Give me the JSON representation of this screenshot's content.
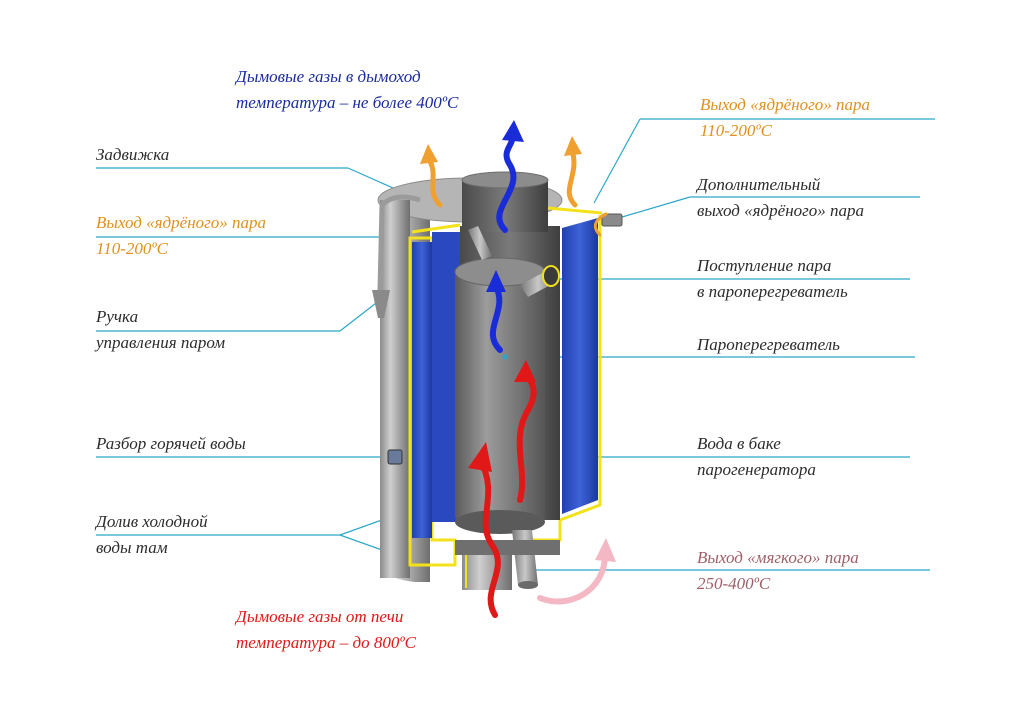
{
  "labels": {
    "flue_out": {
      "line1": "Дымовые газы в дымоход",
      "line2": "температура – не более 400ºC"
    },
    "flue_in": {
      "line1": "Дымовые газы от печи",
      "line2": "температура – до 800ºC"
    },
    "steam_right": {
      "line1": "Выход «ядрёного» пара",
      "line2": "110-200ºC"
    },
    "steam_left": {
      "line1": "Выход «ядрёного» пара",
      "line2": "110-200ºC"
    },
    "damper": {
      "line1": "Задвижка"
    },
    "extra_outlet": {
      "line1": "Дополнительный",
      "line2": "выход «ядрёного» пара"
    },
    "steam_inlet": {
      "line1": "Поступление пара",
      "line2": "в пароперегреватель"
    },
    "handle": {
      "line1": "Ручка",
      "line2": "управления паром"
    },
    "superheater": {
      "line1": "Пароперегреватель"
    },
    "hot_water": {
      "line1": "Разбор горячей воды"
    },
    "water_tank": {
      "line1": "Вода в баке",
      "line2": "парогенератора"
    },
    "cold_water": {
      "line1": "Долив холодной",
      "line2": "воды там"
    },
    "soft_steam": {
      "line1": "Выход «мягкого» пара",
      "line2": "250-400ºC"
    }
  },
  "colors": {
    "hot_gas": "#e01818",
    "cooled_gas": "#1a2bd8",
    "strong_steam": "#f0a030",
    "soft_steam": "#f4b8c4",
    "water": "#2f52c8",
    "insulation": "#f3e21a",
    "leader_line": "#2aa8c8"
  }
}
